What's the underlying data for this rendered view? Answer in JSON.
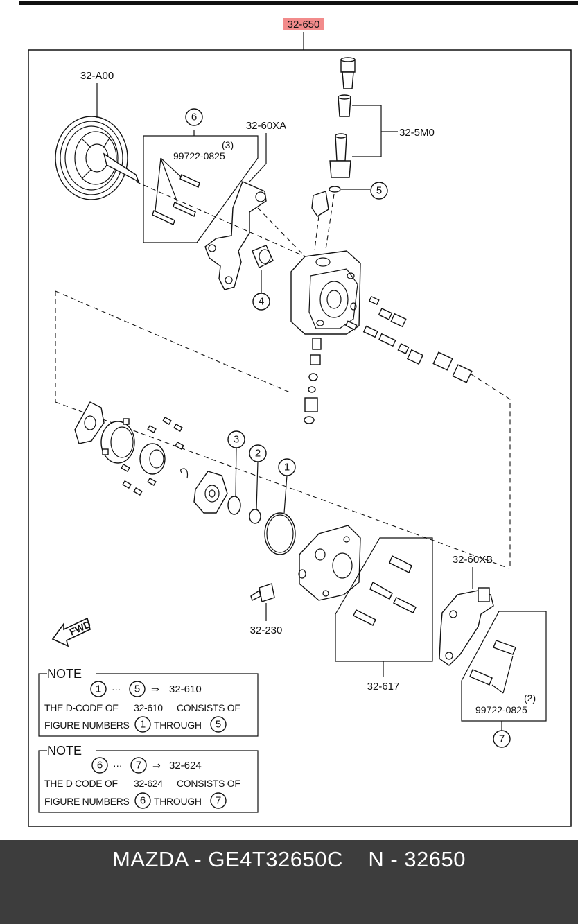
{
  "diagram": {
    "top_label": "32-650",
    "top_label_color": "#f28b8b",
    "labels": {
      "pulley": "32-A00",
      "bracket_a": "32-60XA",
      "valve_group": "32-5M0",
      "bolt_set_a": "99722-0825",
      "bolt_set_a_qty": "(3)",
      "nipple": "32-230",
      "bolt_kit": "32-617",
      "bracket_b": "32-60XB",
      "bolt_set_b": "99722-0825",
      "bolt_set_b_qty": "(2)",
      "fwd": "FWD"
    },
    "callouts": [
      "1",
      "2",
      "3",
      "4",
      "5",
      "6",
      "7"
    ]
  },
  "notes": [
    {
      "title": "NOTE",
      "range_start": "1",
      "range_end": "5",
      "dots": "···",
      "arrow": "⇒",
      "target": "32-610",
      "line1_a": "THE D-CODE OF",
      "line1_b": "32-610",
      "line1_c": "CONSISTS OF",
      "line2_a": "FIGURE NUMBERS",
      "line2_b": "THROUGH"
    },
    {
      "title": "NOTE",
      "range_start": "6",
      "range_end": "7",
      "dots": "···",
      "arrow": "⇒",
      "target": "32-624",
      "line1_a": "THE D CODE OF",
      "line1_b": "32-624",
      "line1_c": "CONSISTS OF",
      "line2_a": "FIGURE NUMBERS",
      "line2_b": "THROUGH"
    }
  ],
  "footer": {
    "brand": "MAZDA",
    "separator1": " - ",
    "part_code": "GE4T32650C",
    "gap": "    ",
    "suffix": "N",
    "separator2": " - ",
    "number": "32650"
  }
}
